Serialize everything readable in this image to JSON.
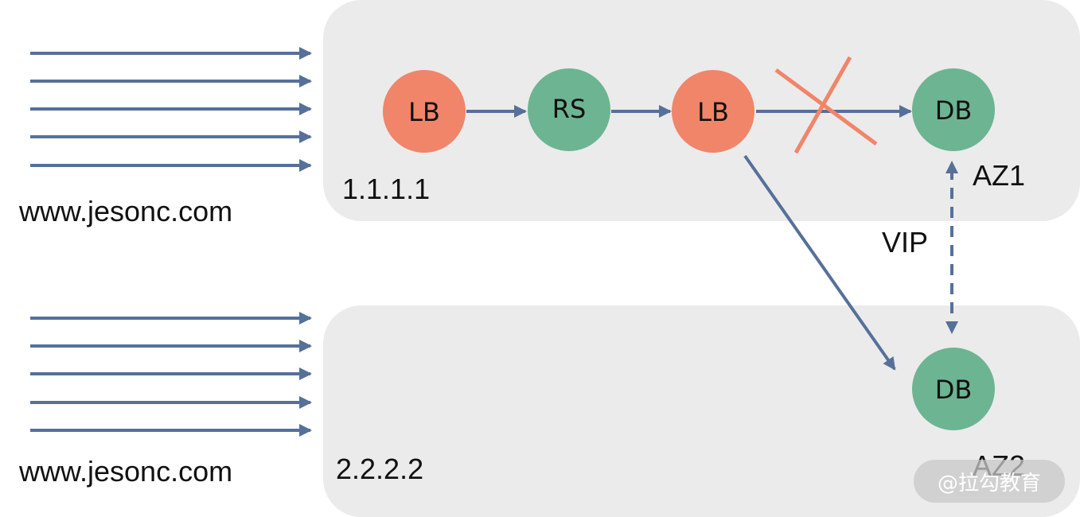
{
  "colors": {
    "zone_bg": "#ebebeb",
    "lb_node": "#f0856a",
    "rs_db_node": "#6db492",
    "arrow": "#56709a",
    "cross": "#f0856a"
  },
  "labels": {
    "domain_top": "www.jesonc.com",
    "domain_bottom": "www.jesonc.com",
    "ip_az1": "1.1.1.1",
    "ip_az2": "2.2.2.2",
    "az1": "AZ1",
    "az2": "AZ2",
    "vip": "VIP",
    "watermark": "@拉勾教育"
  },
  "nodes": {
    "lb1": "LB",
    "rs": "RS",
    "lb2": "LB",
    "db_az1": "DB",
    "db_az2": "DB"
  }
}
